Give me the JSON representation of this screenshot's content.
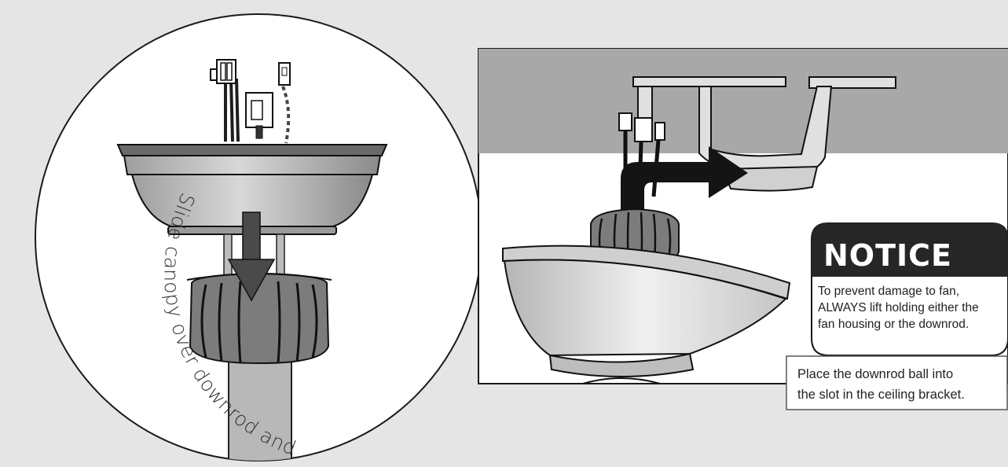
{
  "left_caption": "Slide canopy over downrod and wires.",
  "notice": {
    "title": "NOTICE",
    "lines": [
      "To prevent damage to fan,",
      "ALWAYS lift holding either the",
      "fan housing or the downrod."
    ]
  },
  "instruction": {
    "lines": [
      "Place the downrod ball into",
      "the slot in the ceiling bracket."
    ]
  },
  "colors": {
    "background": "#e5e5e6",
    "ceiling": "#a8a8a8",
    "notice_header": "#262626",
    "arrow": "#141414"
  }
}
